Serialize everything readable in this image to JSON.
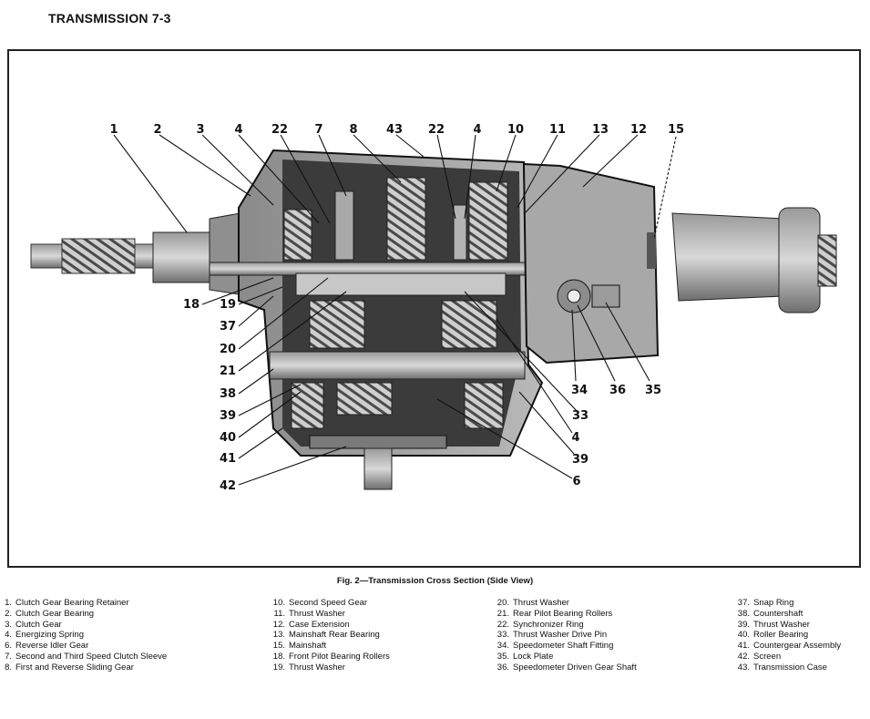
{
  "header": {
    "title": "TRANSMISSION 7-3"
  },
  "caption": "Fig. 2—Transmission Cross Section (Side View)",
  "callouts": {
    "top": [
      "1",
      "2",
      "3",
      "4",
      "22",
      "7",
      "8",
      "43",
      "22",
      "4",
      "10",
      "11",
      "13",
      "12",
      "15"
    ],
    "left": [
      "18",
      "19",
      "37",
      "20",
      "21",
      "38",
      "39",
      "40",
      "41",
      "42"
    ],
    "right": [
      "34",
      "36",
      "35",
      "33",
      "4",
      "39",
      "6"
    ]
  },
  "legend": [
    [
      {
        "num": "1.",
        "text": "Clutch Gear Bearing Retainer"
      },
      {
        "num": "2.",
        "text": "Clutch Gear Bearing"
      },
      {
        "num": "3.",
        "text": "Clutch Gear"
      },
      {
        "num": "4.",
        "text": "Energizing Spring"
      },
      {
        "num": "6.",
        "text": "Reverse Idler Gear"
      },
      {
        "num": "7.",
        "text": "Second and Third Speed Clutch Sleeve"
      },
      {
        "num": "8.",
        "text": "First and Reverse Sliding Gear"
      }
    ],
    [
      {
        "num": "10.",
        "text": "Second Speed Gear"
      },
      {
        "num": "11.",
        "text": "Thrust Washer"
      },
      {
        "num": "12.",
        "text": "Case Extension"
      },
      {
        "num": "13.",
        "text": "Mainshaft Rear Bearing"
      },
      {
        "num": "15.",
        "text": "Mainshaft"
      },
      {
        "num": "18.",
        "text": "Front Pilot Bearing Rollers"
      },
      {
        "num": "19.",
        "text": "Thrust Washer"
      }
    ],
    [
      {
        "num": "20.",
        "text": "Thrust Washer"
      },
      {
        "num": "21.",
        "text": "Rear Pilot Bearing Rollers"
      },
      {
        "num": "22.",
        "text": "Synchronizer Ring"
      },
      {
        "num": "33.",
        "text": "Thrust Washer Drive Pin"
      },
      {
        "num": "34.",
        "text": "Speedometer Shaft Fitting"
      },
      {
        "num": "35.",
        "text": "Lock Plate"
      },
      {
        "num": "36.",
        "text": "Speedometer Driven Gear Shaft"
      }
    ],
    [
      {
        "num": "37.",
        "text": "Snap Ring"
      },
      {
        "num": "38.",
        "text": "Countershaft"
      },
      {
        "num": "39.",
        "text": "Thrust Washer"
      },
      {
        "num": "40.",
        "text": "Roller Bearing"
      },
      {
        "num": "41.",
        "text": "Countergear Assembly"
      },
      {
        "num": "42.",
        "text": "Screen"
      },
      {
        "num": "43.",
        "text": "Transmission Case"
      }
    ]
  ]
}
